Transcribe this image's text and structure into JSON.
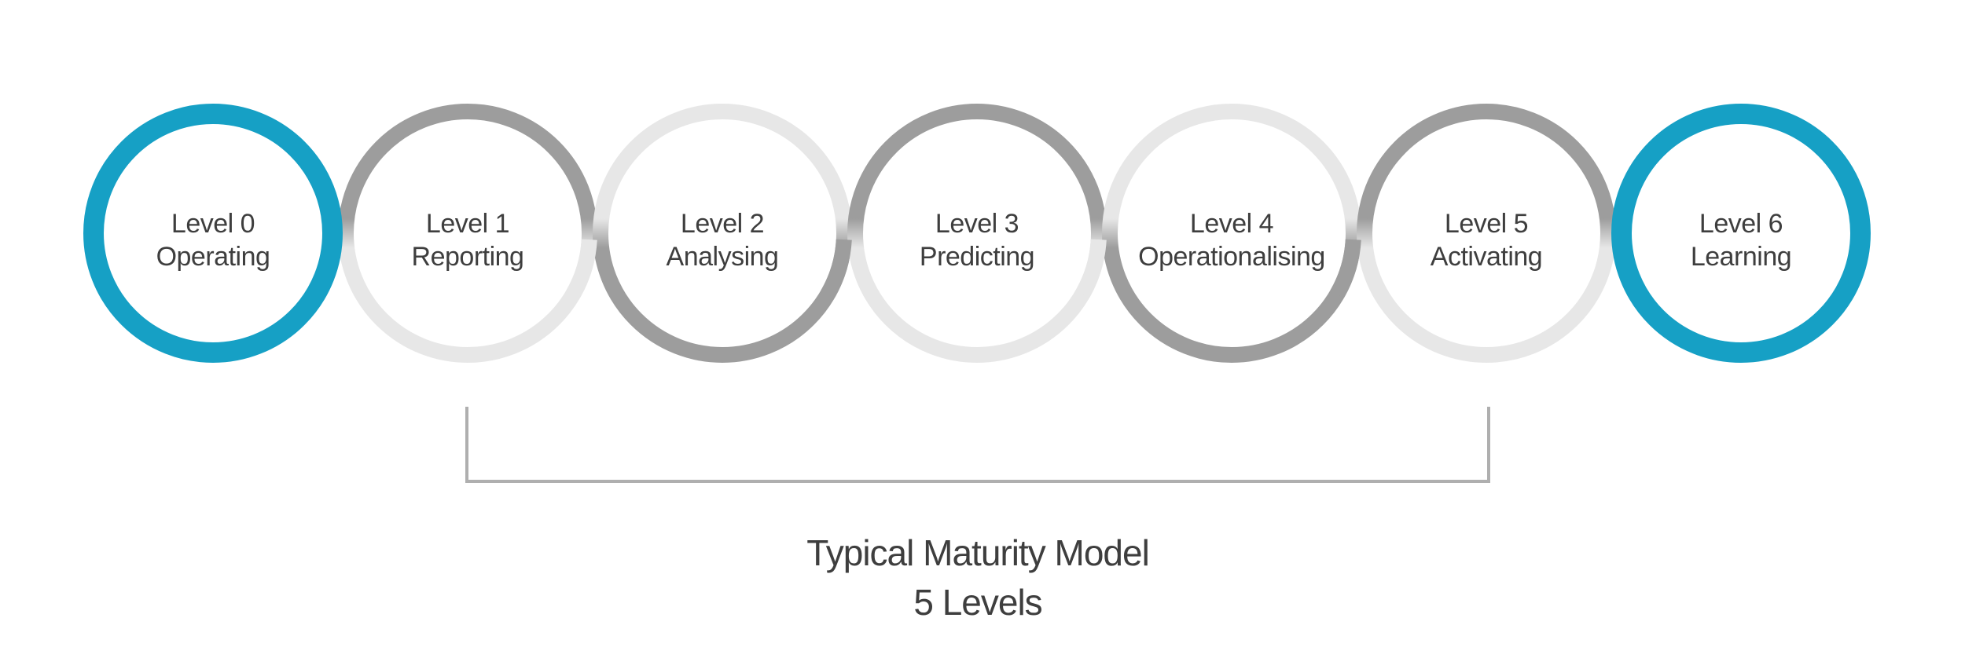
{
  "title": {
    "line1": "Typical Maturity Model",
    "line2": "5 Levels"
  },
  "levels": [
    {
      "level": "Level 0",
      "name": "Operating",
      "ring_style": "teal"
    },
    {
      "level": "Level 1",
      "name": "Reporting",
      "ring_style": "gray-dark-top"
    },
    {
      "level": "Level 2",
      "name": "Analysing",
      "ring_style": "gray-light-top"
    },
    {
      "level": "Level 3",
      "name": "Predicting",
      "ring_style": "gray-dark-top"
    },
    {
      "level": "Level 4",
      "name": "Operationalising",
      "ring_style": "gray-light-top"
    },
    {
      "level": "Level 5",
      "name": "Activating",
      "ring_style": "gray-dark-top"
    },
    {
      "level": "Level 6",
      "name": "Learning",
      "ring_style": "teal"
    }
  ],
  "bracket": {
    "spans_levels": "Level 1 to Level 5"
  },
  "colors": {
    "teal": "#16A0C5",
    "gray_dark": "#9D9D9D",
    "gray_light": "#E7E7E7",
    "bracket": "#AFAFAF",
    "text": "#3E3E3E"
  }
}
